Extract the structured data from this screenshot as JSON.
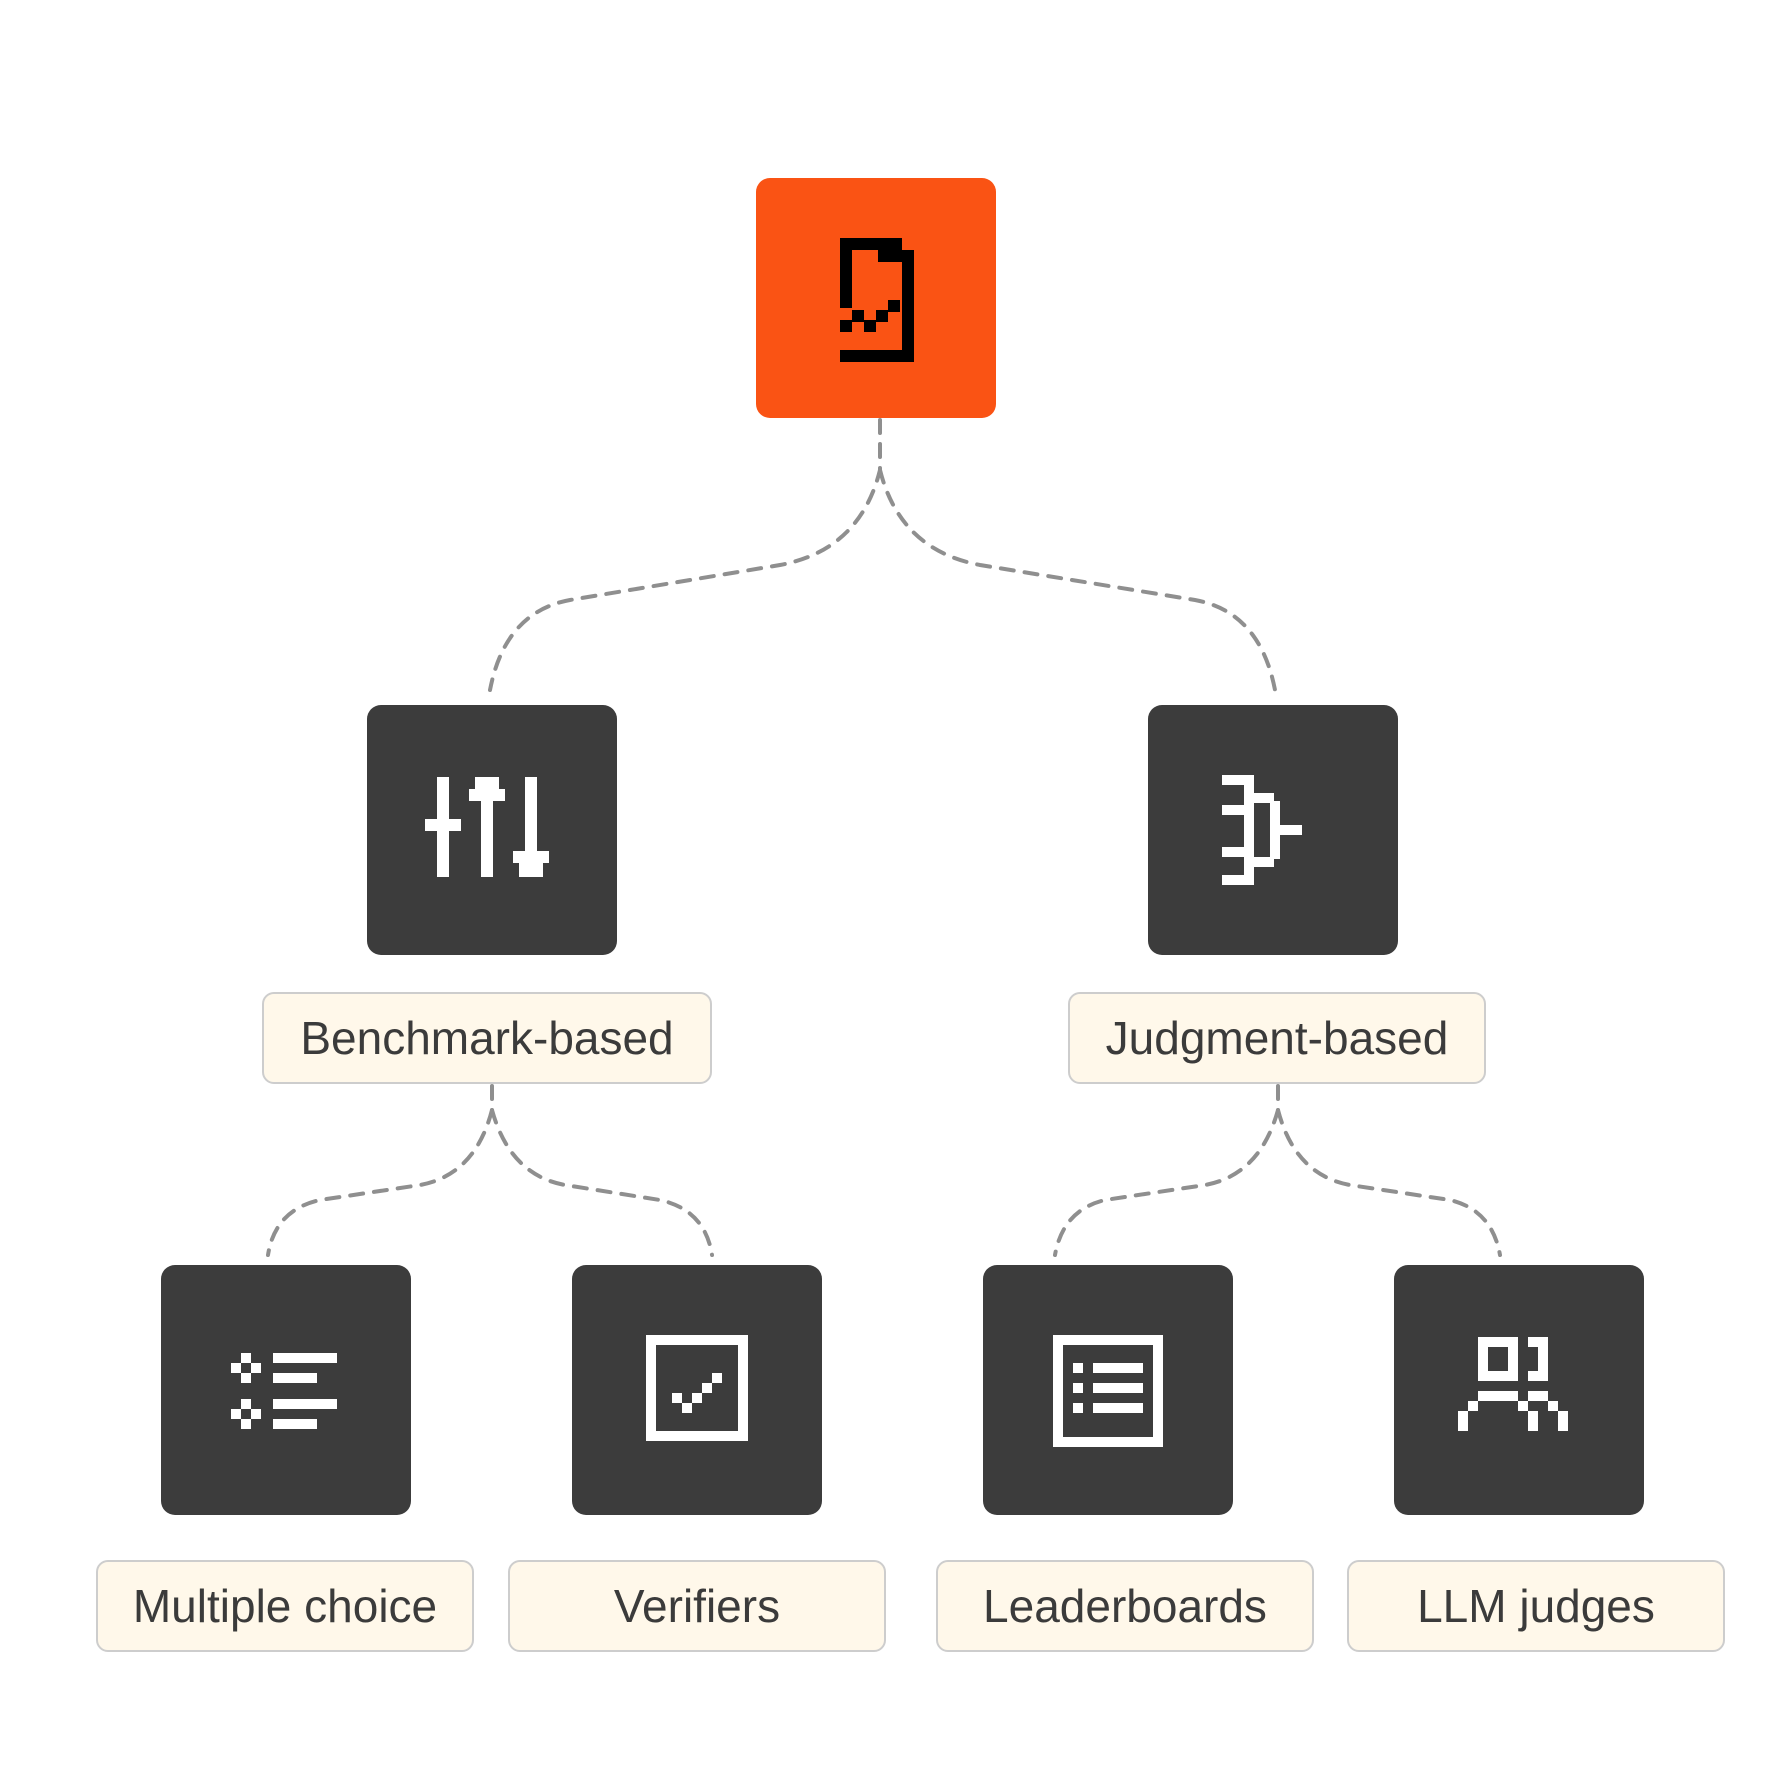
{
  "colors": {
    "root_tile": "#fa5314",
    "node_tile": "#3c3c3c",
    "label_bg": "#fff8ea",
    "connector": "#8f8f8f"
  },
  "root": {
    "icon": "checked-document-icon"
  },
  "categories": [
    {
      "label": "Benchmark-based",
      "icon": "sliders-icon",
      "children": [
        {
          "label": "Multiple choice",
          "icon": "options-list-icon"
        },
        {
          "label": "Verifiers",
          "icon": "checkbox-icon"
        }
      ]
    },
    {
      "label": "Judgment-based",
      "icon": "logic-gate-icon",
      "children": [
        {
          "label": "Leaderboards",
          "icon": "ranked-list-icon"
        },
        {
          "label": "LLM judges",
          "icon": "users-icon"
        }
      ]
    }
  ]
}
